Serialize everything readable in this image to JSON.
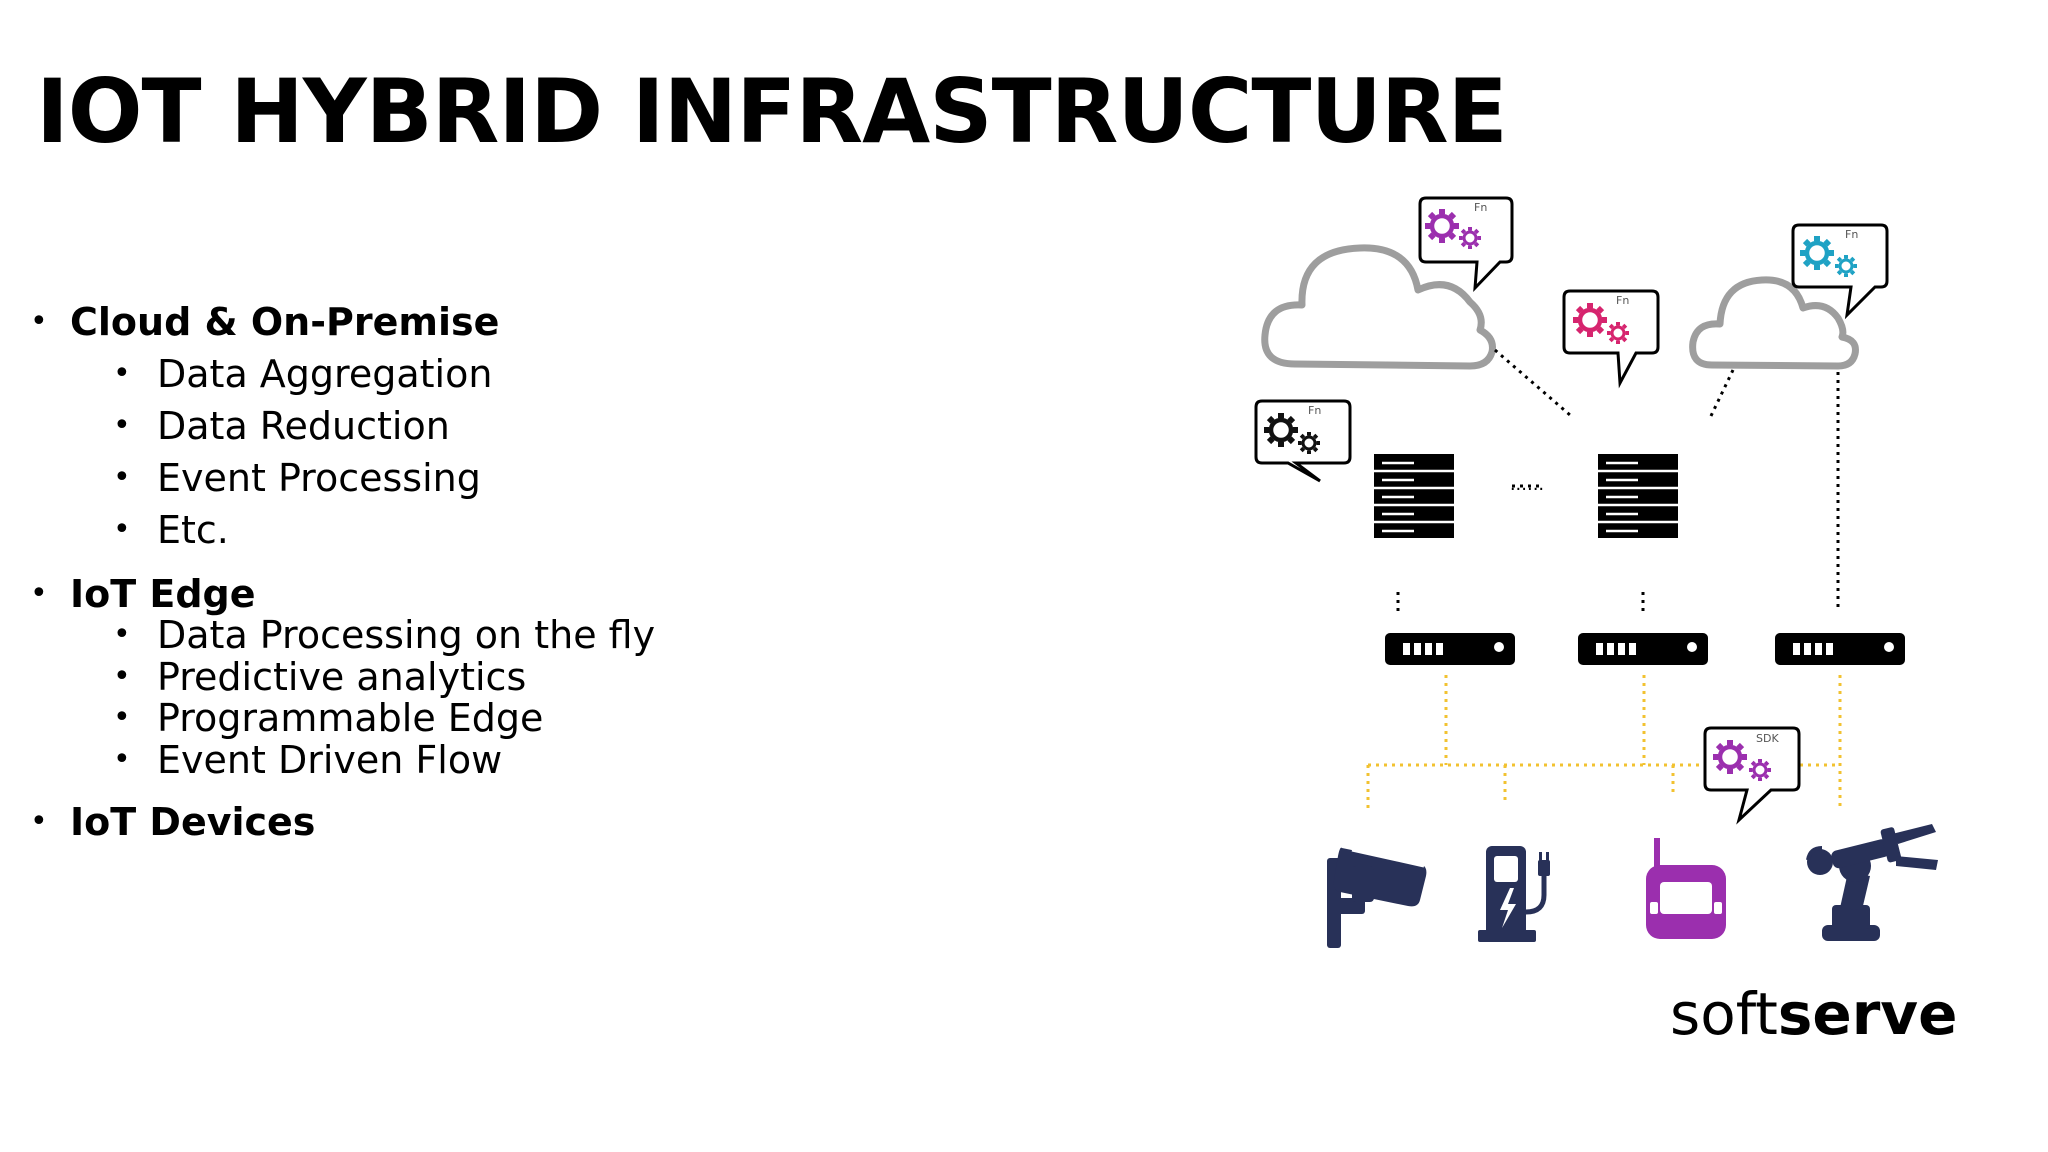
{
  "slide": {
    "title": "IOT HYBRID INFRASTRUCTURE"
  },
  "bullets": {
    "cloud": {
      "heading": "Cloud & On-Premise",
      "items": [
        "Data Aggregation",
        "Data Reduction",
        "Event Processing",
        "Etc."
      ]
    },
    "edge": {
      "heading": "IoT Edge",
      "items": [
        "Data Processing on the fly",
        "Predictive analytics",
        "Programmable Edge",
        "Event Driven Flow"
      ]
    },
    "devices": {
      "heading": "IoT Devices"
    },
    "bullet_glyph": "•"
  },
  "diagram": {
    "bubble_labels": {
      "fn": "Fn",
      "sdk": "SDK"
    },
    "ellipsis": "......",
    "colors": {
      "cloud_outline": "#9e9e9e",
      "gear_purple": "#9b2fae",
      "gear_pink": "#d6246e",
      "gear_cyan": "#1fa2c4",
      "gear_black": "#111111",
      "device_navy": "#283158",
      "device_purple": "#9b2fae",
      "edge_link": "#f2c230",
      "hardware": "#000000"
    }
  },
  "brand": {
    "logo_light": "soft",
    "logo_bold": "serve"
  }
}
